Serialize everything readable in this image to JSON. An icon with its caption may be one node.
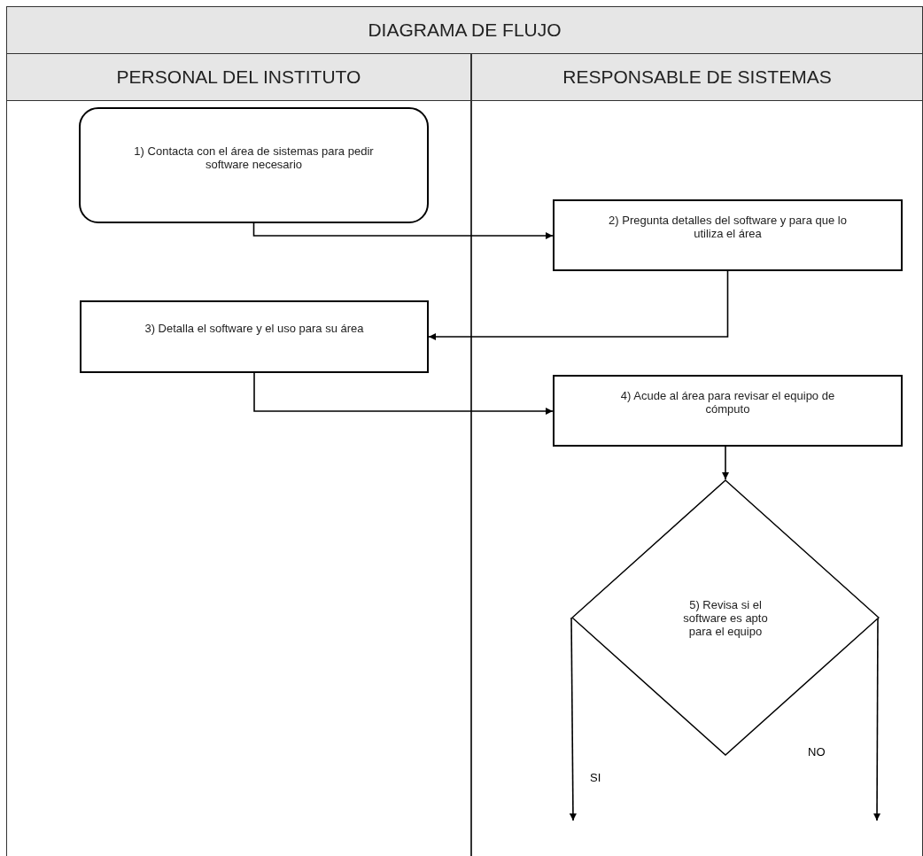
{
  "diagram": {
    "title": "DIAGRAMA DE FLUJO",
    "nodes": [
      {
        "text": [
          "PERSONAL DEL INSTITUTO"
        ]
      },
      {
        "text": [
          "RESPONSABLE DE SISTEMAS"
        ]
      },
      {
        "text": [
          "1) Contacta con el área de sistemas para pedir software necesario"
        ],
        "in": 0
      },
      {
        "text": [
          "2) Pregunta detalles del software y para que lo utiliza el área"
        ],
        "in": 1
      },
      {
        "text": [
          "3) Detalla el software y el uso para su área"
        ],
        "in": 0
      },
      {
        "text": [
          "4) Acude al área para revisar el equipo de cómputo"
        ],
        "in": 1
      },
      {
        "text": [
          "5) Revisa si el software es apto para el equipo"
        ],
        "in": 1
      }
    ],
    "edges": [
      {
        "from": 2,
        "to": 3,
        "arrow": "to"
      },
      {
        "from": 3,
        "to": 4,
        "arrow": "to"
      },
      {
        "from": 4,
        "to": 5,
        "arrow": "to"
      },
      {
        "from": 5,
        "to": 6,
        "arrow": "to"
      },
      {
        "from": 6,
        "to": null,
        "arrow": "to",
        "label": "SI"
      },
      {
        "from": 6,
        "to": null,
        "arrow": "to",
        "label": "NO"
      }
    ]
  }
}
